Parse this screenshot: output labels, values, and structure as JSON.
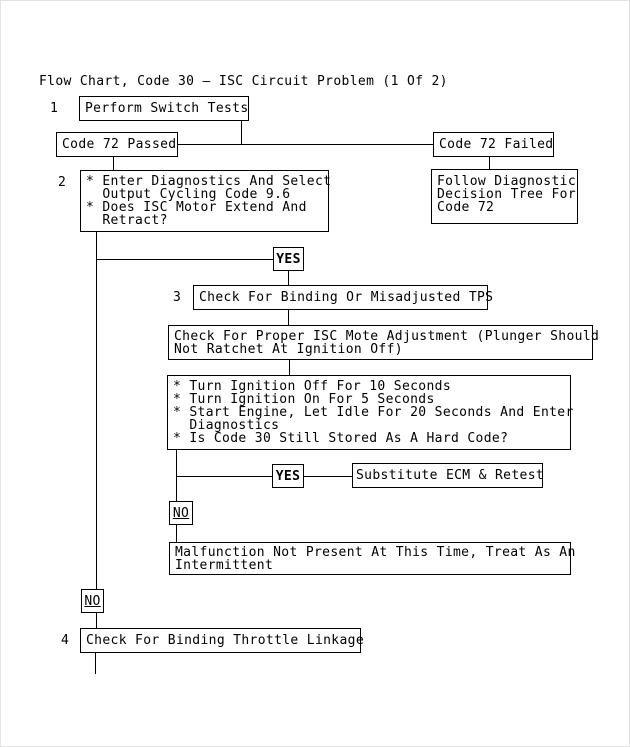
{
  "title": "Flow Chart, Code 30 – ISC Circuit Problem (1 Of 2)",
  "colors": {
    "line": "#000000",
    "text": "#000000",
    "background": "#ffffff"
  },
  "nodes": {
    "step1": {
      "number": "1",
      "text": "Perform Switch Tests"
    },
    "code72Passed": {
      "text": "Code 72 Passed"
    },
    "code72Failed": {
      "text": "Code 72 Failed"
    },
    "step2": {
      "number": "2",
      "text": "* Enter Diagnostics And Select\n  Output Cycling Code 9.6\n* Does ISC Motor Extend And\n  Retract?"
    },
    "followTree": {
      "text": "Follow Diagnostic\nDecision Tree For\nCode 72"
    },
    "yes1": {
      "text": "YES"
    },
    "step3": {
      "number": "3",
      "text": "Check For Binding Or Misadjusted TPS"
    },
    "moteAdjust": {
      "text": "Check For Proper ISC Mote Adjustment (Plunger Should\nNot Ratchet At Ignition Off)"
    },
    "ignitionTest": {
      "text": "* Turn Ignition Off For 10 Seconds\n* Turn Ignition On For 5 Seconds\n* Start Engine, Let Idle For 20 Seconds And Enter\n  Diagnostics\n* Is Code 30 Still Stored As A Hard Code?"
    },
    "yes2": {
      "text": "YES"
    },
    "substituteEcm": {
      "text": "Substitute ECM & Retest"
    },
    "no1": {
      "text": "NO"
    },
    "malfunction": {
      "text": "Malfunction Not Present At This Time, Treat As An\nIntermittent"
    },
    "no2": {
      "text": "NO"
    },
    "step4": {
      "number": "4",
      "text": "Check For Binding Throttle Linkage"
    }
  }
}
